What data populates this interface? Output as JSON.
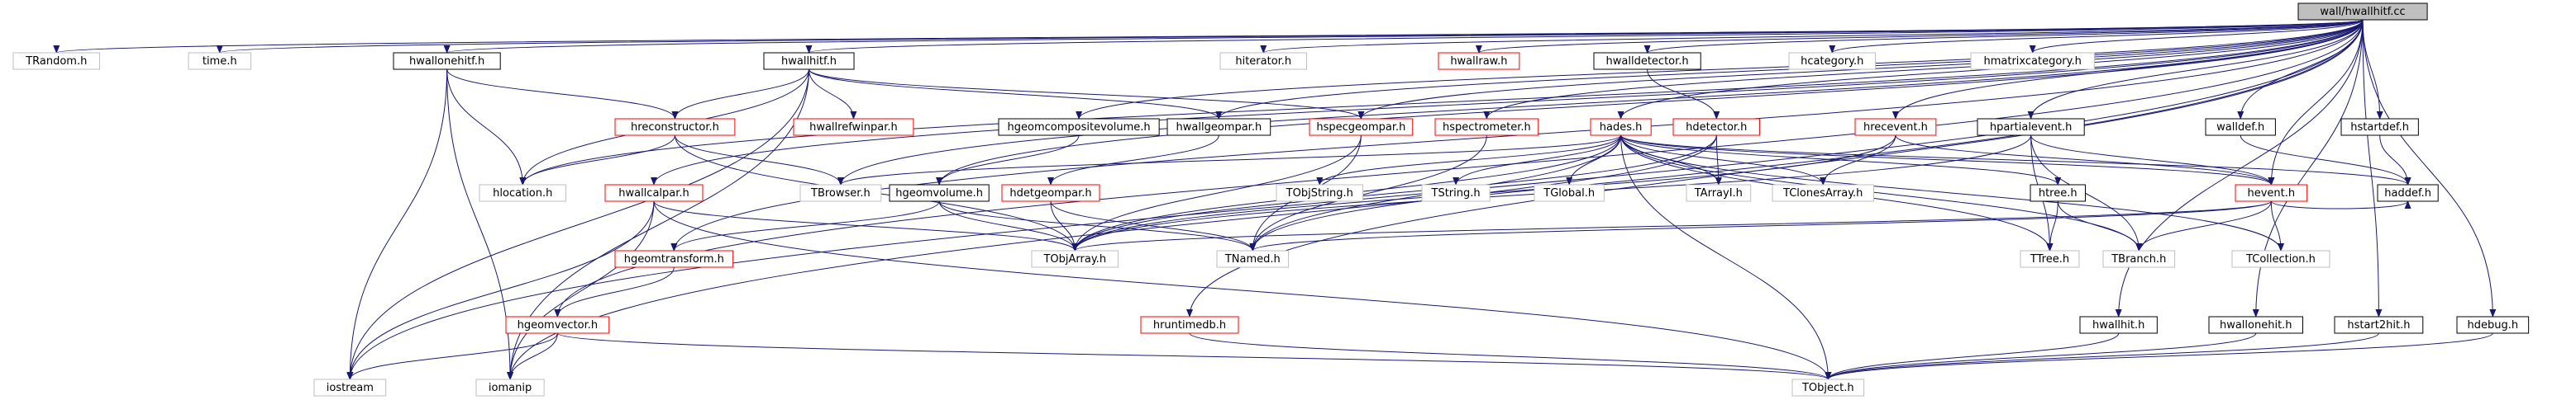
{
  "colors": {
    "edge": "#191970",
    "border_plain": "#000000",
    "border_doc": "#ff0000",
    "border_nodoc": "#bfbfbf",
    "root_fill": "#bfbfbf",
    "text": "#000000"
  },
  "graph": {
    "nodes": [
      {
        "id": "root",
        "label": "wall/hwallhitf.cc",
        "style": "root"
      },
      {
        "id": "trandom",
        "label": "TRandom.h",
        "style": "nodoc"
      },
      {
        "id": "time",
        "label": "time.h",
        "style": "nodoc"
      },
      {
        "id": "hwallonehitf",
        "label": "hwallonehitf.h",
        "style": "plain"
      },
      {
        "id": "hwallhitf",
        "label": "hwallhitf.h",
        "style": "plain"
      },
      {
        "id": "hiterator",
        "label": "hiterator.h",
        "style": "nodoc"
      },
      {
        "id": "hwallraw",
        "label": "hwallraw.h",
        "style": "doc"
      },
      {
        "id": "hwalldetector",
        "label": "hwalldetector.h",
        "style": "plain"
      },
      {
        "id": "hcategory",
        "label": "hcategory.h",
        "style": "nodoc"
      },
      {
        "id": "hmatrixcategory",
        "label": "hmatrixcategory.h",
        "style": "nodoc"
      },
      {
        "id": "hreconstructor",
        "label": "hreconstructor.h",
        "style": "doc"
      },
      {
        "id": "hwallrefwinpar",
        "label": "hwallrefwinpar.h",
        "style": "doc"
      },
      {
        "id": "hgeomcompositevolume",
        "label": "hgeomcompositevolume.h",
        "style": "plain"
      },
      {
        "id": "hwallgeompar",
        "label": "hwallgeompar.h",
        "style": "plain"
      },
      {
        "id": "hspecgeompar",
        "label": "hspecgeompar.h",
        "style": "doc"
      },
      {
        "id": "hspectrometer",
        "label": "hspectrometer.h",
        "style": "doc"
      },
      {
        "id": "hades",
        "label": "hades.h",
        "style": "doc"
      },
      {
        "id": "hdetector",
        "label": "hdetector.h",
        "style": "doc"
      },
      {
        "id": "hrecevent",
        "label": "hrecevent.h",
        "style": "doc"
      },
      {
        "id": "hpartialevent",
        "label": "hpartialevent.h",
        "style": "plain"
      },
      {
        "id": "walldef",
        "label": "walldef.h",
        "style": "plain"
      },
      {
        "id": "hstartdef",
        "label": "hstartdef.h",
        "style": "plain"
      },
      {
        "id": "hlocation",
        "label": "hlocation.h",
        "style": "nodoc"
      },
      {
        "id": "hwallcalpar",
        "label": "hwallcalpar.h",
        "style": "doc"
      },
      {
        "id": "tbrowser",
        "label": "TBrowser.h",
        "style": "nodoc"
      },
      {
        "id": "hgeomvolume",
        "label": "hgeomvolume.h",
        "style": "plain"
      },
      {
        "id": "hdetgeompar",
        "label": "hdetgeompar.h",
        "style": "doc"
      },
      {
        "id": "tobjstring",
        "label": "TObjString.h",
        "style": "nodoc"
      },
      {
        "id": "tstring",
        "label": "TString.h",
        "style": "nodoc"
      },
      {
        "id": "tglobal",
        "label": "TGlobal.h",
        "style": "nodoc"
      },
      {
        "id": "tarrayi",
        "label": "TArrayI.h",
        "style": "nodoc"
      },
      {
        "id": "tclonesarray",
        "label": "TClonesArray.h",
        "style": "nodoc"
      },
      {
        "id": "htree",
        "label": "htree.h",
        "style": "plain"
      },
      {
        "id": "hevent",
        "label": "hevent.h",
        "style": "doc"
      },
      {
        "id": "haddef",
        "label": "haddef.h",
        "style": "plain"
      },
      {
        "id": "hgeomtransform",
        "label": "hgeomtransform.h",
        "style": "doc"
      },
      {
        "id": "tobjarray",
        "label": "TObjArray.h",
        "style": "nodoc"
      },
      {
        "id": "tnamed",
        "label": "TNamed.h",
        "style": "nodoc"
      },
      {
        "id": "ttree",
        "label": "TTree.h",
        "style": "nodoc"
      },
      {
        "id": "tbranch",
        "label": "TBranch.h",
        "style": "nodoc"
      },
      {
        "id": "tcollection",
        "label": "TCollection.h",
        "style": "nodoc"
      },
      {
        "id": "hgeomvector",
        "label": "hgeomvector.h",
        "style": "doc"
      },
      {
        "id": "hruntimedb",
        "label": "hruntimedb.h",
        "style": "doc"
      },
      {
        "id": "hwallhit",
        "label": "hwallhit.h",
        "style": "plain"
      },
      {
        "id": "hwallonehit",
        "label": "hwallonehit.h",
        "style": "plain"
      },
      {
        "id": "hstart2hit",
        "label": "hstart2hit.h",
        "style": "plain"
      },
      {
        "id": "hdebug",
        "label": "hdebug.h",
        "style": "plain"
      },
      {
        "id": "iostream",
        "label": "iostream",
        "style": "nodoc"
      },
      {
        "id": "iomanip",
        "label": "iomanip",
        "style": "nodoc"
      },
      {
        "id": "tobject",
        "label": "TObject.h",
        "style": "nodoc"
      }
    ],
    "edges": [
      [
        "root",
        "trandom"
      ],
      [
        "root",
        "time"
      ],
      [
        "root",
        "hwallonehitf"
      ],
      [
        "root",
        "hwallhitf"
      ],
      [
        "root",
        "hiterator"
      ],
      [
        "root",
        "hwallraw"
      ],
      [
        "root",
        "hwalldetector"
      ],
      [
        "root",
        "hcategory"
      ],
      [
        "root",
        "hmatrixcategory"
      ],
      [
        "root",
        "hwallgeompar"
      ],
      [
        "root",
        "hspecgeompar"
      ],
      [
        "root",
        "hspectrometer"
      ],
      [
        "root",
        "hades"
      ],
      [
        "root",
        "hrecevent"
      ],
      [
        "root",
        "hpartialevent"
      ],
      [
        "root",
        "walldef"
      ],
      [
        "root",
        "hstartdef"
      ],
      [
        "root",
        "hlocation"
      ],
      [
        "root",
        "hwallcalpar"
      ],
      [
        "root",
        "hgeomvolume"
      ],
      [
        "root",
        "hgeomcompositevolume"
      ],
      [
        "root",
        "hevent"
      ],
      [
        "root",
        "hgeomtransform"
      ],
      [
        "root",
        "hgeomvector"
      ],
      [
        "root",
        "hruntimedb"
      ],
      [
        "root",
        "hwallhit"
      ],
      [
        "root",
        "hwallonehit"
      ],
      [
        "root",
        "hstart2hit"
      ],
      [
        "root",
        "hdebug"
      ],
      [
        "root",
        "iostream"
      ],
      [
        "root",
        "iomanip"
      ],
      [
        "root",
        "tbrowser"
      ],
      [
        "hwallonehitf",
        "hreconstructor"
      ],
      [
        "hwallonehitf",
        "hlocation"
      ],
      [
        "hwallonehitf",
        "iostream"
      ],
      [
        "hwallonehitf",
        "iomanip"
      ],
      [
        "hwallhitf",
        "hreconstructor"
      ],
      [
        "hwallhitf",
        "hwallrefwinpar"
      ],
      [
        "hwallhitf",
        "hlocation"
      ],
      [
        "hwallhitf",
        "hwallgeompar"
      ],
      [
        "hwallhitf",
        "hspecgeompar"
      ],
      [
        "hwallhitf",
        "iostream"
      ],
      [
        "hwallhitf",
        "iomanip"
      ],
      [
        "hreconstructor",
        "hlocation"
      ],
      [
        "hreconstructor",
        "tbrowser"
      ],
      [
        "hreconstructor",
        "tobjarray"
      ],
      [
        "hwalldetector",
        "hdetector"
      ],
      [
        "hwallgeompar",
        "hdetgeompar"
      ],
      [
        "hgeomcompositevolume",
        "hgeomvolume"
      ],
      [
        "hspecgeompar",
        "tobjarray"
      ],
      [
        "hspecgeompar",
        "tnamed"
      ],
      [
        "hspectrometer",
        "tnamed"
      ],
      [
        "hades",
        "tbrowser"
      ],
      [
        "hades",
        "tobjstring"
      ],
      [
        "hades",
        "tstring"
      ],
      [
        "hades",
        "tglobal"
      ],
      [
        "hades",
        "tarrayi"
      ],
      [
        "hades",
        "tclonesarray"
      ],
      [
        "hades",
        "htree"
      ],
      [
        "hades",
        "hevent"
      ],
      [
        "hades",
        "haddef"
      ],
      [
        "hades",
        "tobjarray"
      ],
      [
        "hades",
        "tnamed"
      ],
      [
        "hades",
        "ttree"
      ],
      [
        "hades",
        "tbranch"
      ],
      [
        "hades",
        "tcollection"
      ],
      [
        "hades",
        "tobject"
      ],
      [
        "hdetector",
        "tarrayi"
      ],
      [
        "hdetector",
        "tnamed"
      ],
      [
        "hdetector",
        "tobjarray"
      ],
      [
        "hrecevent",
        "tclonesarray"
      ],
      [
        "hrecevent",
        "hevent"
      ],
      [
        "hrecevent",
        "tobjarray"
      ],
      [
        "hpartialevent",
        "hevent"
      ],
      [
        "hpartialevent",
        "ttree"
      ],
      [
        "hpartialevent",
        "tbranch"
      ],
      [
        "hpartialevent",
        "tobjarray"
      ],
      [
        "walldef",
        "haddef"
      ],
      [
        "hstartdef",
        "haddef"
      ],
      [
        "hwallcalpar",
        "tobjarray"
      ],
      [
        "hwallcalpar",
        "iostream"
      ],
      [
        "hwallcalpar",
        "iomanip"
      ],
      [
        "hwallcalpar",
        "tobject"
      ],
      [
        "hgeomvolume",
        "hgeomtransform"
      ],
      [
        "hgeomvolume",
        "tobjarray"
      ],
      [
        "hgeomvolume",
        "tnamed"
      ],
      [
        "hdetgeompar",
        "tobjarray"
      ],
      [
        "hdetgeompar",
        "tnamed"
      ],
      [
        "htree",
        "ttree"
      ],
      [
        "htree",
        "tbranch"
      ],
      [
        "hevent",
        "tobjarray"
      ],
      [
        "hevent",
        "tnamed"
      ],
      [
        "hevent",
        "tbranch"
      ],
      [
        "hevent",
        "tcollection"
      ],
      [
        "hevent",
        "haddef"
      ],
      [
        "hgeomtransform",
        "hgeomvector"
      ],
      [
        "hgeomvector",
        "iostream"
      ],
      [
        "hgeomvector",
        "iomanip"
      ],
      [
        "hgeomvector",
        "tobject"
      ],
      [
        "hruntimedb",
        "tobject"
      ],
      [
        "hwallhit",
        "tobject"
      ],
      [
        "hwallonehit",
        "tobject"
      ],
      [
        "hstart2hit",
        "tobject"
      ],
      [
        "hdebug",
        "tobject"
      ]
    ]
  }
}
